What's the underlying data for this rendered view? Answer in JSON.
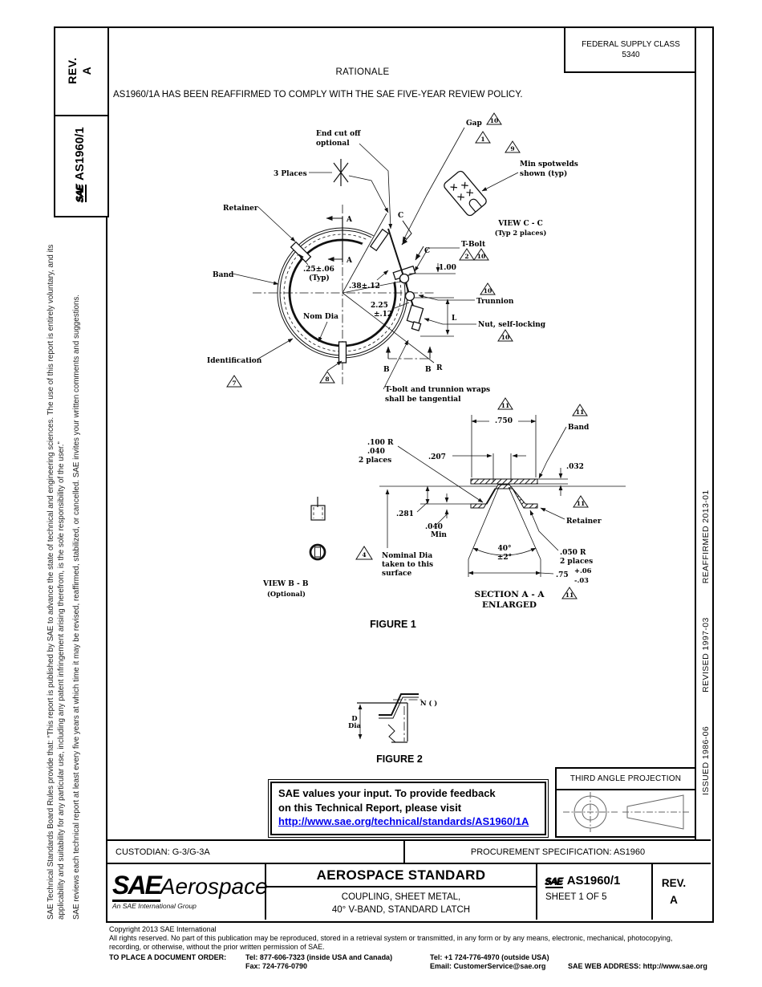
{
  "flags": {
    "n1": "1",
    "n2": "2",
    "n4": "4",
    "n7": "7",
    "n8": "8",
    "n9": "9",
    "n10": "10",
    "n11": "11"
  },
  "header": {
    "fsc1": "FEDERAL SUPPLY CLASS",
    "fsc2": "5340",
    "rationale": "RATIONALE",
    "statement": "AS1960/1A HAS BEEN REAFFIRMED TO COMPLY WITH THE SAE FIVE-YEAR REVIEW POLICY."
  },
  "sidebar": {
    "rev_label": "REV.",
    "rev_value": "A",
    "sae": "SAE",
    "doc_number": "AS1960/1",
    "para1": "SAE Technical Standards Board Rules provide that: “This report is published by SAE to advance the state of technical and engineering sciences. The use of this report is entirely voluntary, and its applicability and suitability for any particular use, including any patent infringement arising therefrom, is the sole responsibility of the user.”",
    "para2": "SAE reviews each technical report at least every five years at which time it may be revised, reaffirmed, stabilized, or cancelled. SAE invites your written comments and suggestions.",
    "issued": "ISSUED 1986-06",
    "revised": "REVISED 1997-03",
    "reaffirmed": "REAFFIRMED 2013-01"
  },
  "figure1": {
    "a": "A",
    "b": "B",
    "c": "C",
    "r": "R",
    "end_cut1": "End cut off",
    "end_cut2": "optional",
    "gap": "Gap",
    "spotwelds1": "Min spotwelds",
    "spotwelds2": "shown (typ)",
    "three_places": "3 Places",
    "retainer": "Retainer",
    "band": "Band",
    "identification": "Identification",
    "dim25": ".25±.06",
    "dim25_typ": "(Typ)",
    "dim38": ".38±.12",
    "dim225": "2.25",
    "dim225_tol": "±.12",
    "nom_dia": "Nom Dia",
    "dim100": "1.00",
    "dim_l": "L",
    "tbolt": "T-Bolt",
    "trunnion": "Trunnion",
    "nut": "Nut, self-locking",
    "tangential1": "T-bolt and trunnion wraps",
    "tangential2": "shall be tangential",
    "viewcc1": "VIEW C - C",
    "viewcc2": "(Typ 2 places)",
    "caption": "FIGURE 1"
  },
  "section_aa": {
    "dim750": ".750",
    "band": "Band",
    "dim207": ".207",
    "dim032": ".032",
    "r100": ".100 R",
    "r040": ".040",
    "places2a": "2 places",
    "dim281": ".281",
    "min040a": ".040",
    "min040b": "Min",
    "nominal1": "Nominal Dia",
    "nominal2": "taken to this",
    "nominal3": "surface",
    "angle": "40°",
    "angle_tol": "±2°",
    "r050": ".050 R",
    "places2b": "2 places",
    "retainer": "Retainer",
    "dim75": ".75",
    "tolp": "+.06",
    "tolm": "-.03",
    "caption1": "SECTION A  -  A",
    "caption2": "ENLARGED"
  },
  "view_bb": {
    "title": "VIEW B - B",
    "note": "(Optional)"
  },
  "figure2": {
    "n": "N ( )",
    "d1": "D",
    "d2": "Dia",
    "caption": "FIGURE 2"
  },
  "feedback": {
    "line1": "SAE values your input. To provide feedback",
    "line2": "on this Technical Report, please visit",
    "link": "http://www.sae.org/technical/standards/AS1960/1A",
    "link_color": "#0000EE"
  },
  "projection": {
    "title": "THIRD ANGLE PROJECTION"
  },
  "custodian_row": {
    "custodian": "CUSTODIAN: G-3/G-3A",
    "procurement": "PROCUREMENT SPECIFICATION: AS1960"
  },
  "title_block": {
    "sae": "SAE",
    "aerospace": "Aerospace",
    "tagline": "An SAE International Group",
    "heading": "AEROSPACE STANDARD",
    "subtitle1": "COUPLING, SHEET METAL,",
    "subtitle2": "40° V-BAND, STANDARD LATCH",
    "number": "AS1960/1",
    "sheet": "SHEET 1 OF 5",
    "rev_label": "REV.",
    "rev_value": "A"
  },
  "footer": {
    "copyright": "Copyright 2013 SAE International",
    "rights1": "All rights reserved. No part of this publication may be reproduced, stored in a retrieval system or transmitted, in any form or by any means, electronic, mechanical, photocopying,",
    "rights2": "recording, or otherwise, without the prior written permission of SAE.",
    "order_label": "TO PLACE A DOCUMENT ORDER:",
    "tel1": "Tel: 877-606-7323 (inside USA and Canada)",
    "tel2": "Tel: +1 724-776-4970 (outside USA)",
    "fax": "Fax: 724-776-0790",
    "email": "Email: CustomerService@sae.org",
    "web": "SAE WEB ADDRESS: http://www.sae.org"
  }
}
